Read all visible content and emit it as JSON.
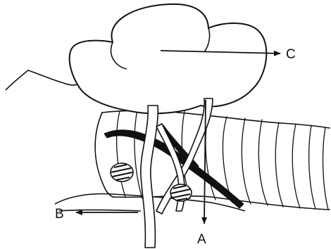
{
  "colors": {
    "ink": "#111111",
    "background": "#ffffff",
    "vessel_fill": "#111111"
  },
  "labels": {
    "a": "A",
    "b": "B",
    "c": "C"
  }
}
